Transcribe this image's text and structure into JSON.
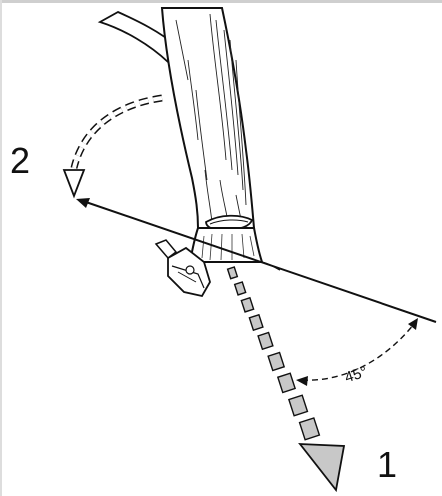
{
  "labels": {
    "route_2": "2",
    "route_1": "1",
    "angle": "45°"
  },
  "icons": [
    "tree-icon",
    "chainsaw-icon",
    "fall-direction-arrow-icon",
    "retreat-path-arrow-icon"
  ],
  "colors": {
    "ink": "#111111",
    "arrow_fill": "#c8c8c8",
    "frame": "#cfcfcf"
  }
}
